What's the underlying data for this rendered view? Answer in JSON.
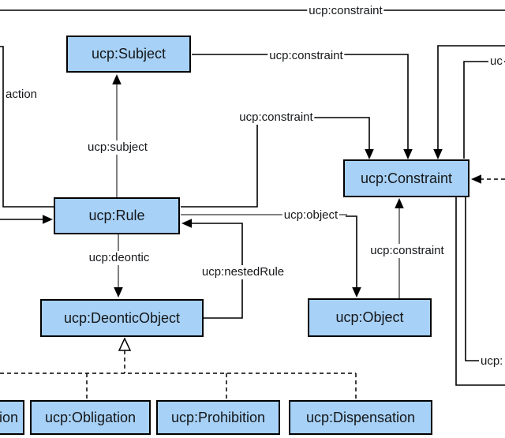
{
  "diagram": {
    "nodes": {
      "subject": {
        "label": "ucp:Subject"
      },
      "rule": {
        "label": "ucp:Rule"
      },
      "constraint": {
        "label": "ucp:Constraint"
      },
      "deontic_object": {
        "label": "ucp:DeonticObject"
      },
      "object": {
        "label": "ucp:Object"
      },
      "permission_clipped": {
        "label": "ion"
      },
      "obligation": {
        "label": "ucp:Obligation"
      },
      "prohibition": {
        "label": "ucp:Prohibition"
      },
      "dispensation": {
        "label": "ucp:Dispensation"
      }
    },
    "edge_labels": {
      "top_constraint": "ucp:constraint",
      "subject_constraint": "ucp:constraint",
      "rule_constraint": "ucp:constraint",
      "subject_edge": "ucp:subject",
      "object_edge": "ucp:object",
      "deontic_edge": "ucp:deontic",
      "nested_rule_edge": "ucp:nestedRule",
      "object_constraint": "ucp:constraint",
      "action_clipped": "action",
      "top_right_clipped": "uc",
      "right_clipped": "ucp:"
    },
    "colors": {
      "node_fill": "#a7d1f6",
      "node_border": "#000000",
      "line_black": "#000000",
      "line_gray": "#7f7f7f"
    }
  }
}
